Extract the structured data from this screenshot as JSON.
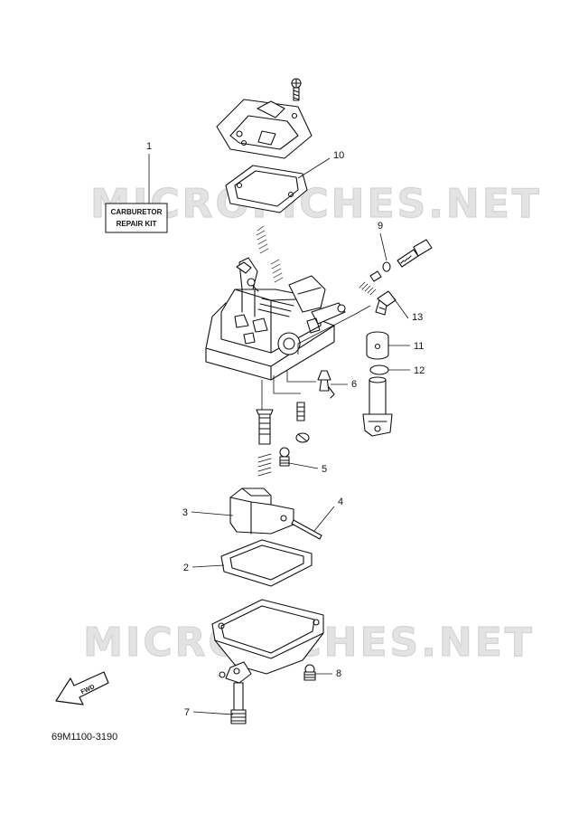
{
  "watermarks": [
    "MICROFICHES.NET",
    "MICROFICHES.NET"
  ],
  "kit_label": {
    "line1": "CARBURETOR",
    "line2": "REPAIR KIT"
  },
  "callouts": [
    "1",
    "2",
    "3",
    "4",
    "5",
    "6",
    "7",
    "8",
    "9",
    "10",
    "11",
    "12",
    "13"
  ],
  "fwd_label": "FWD",
  "diagram_code": "69M1100-3190"
}
